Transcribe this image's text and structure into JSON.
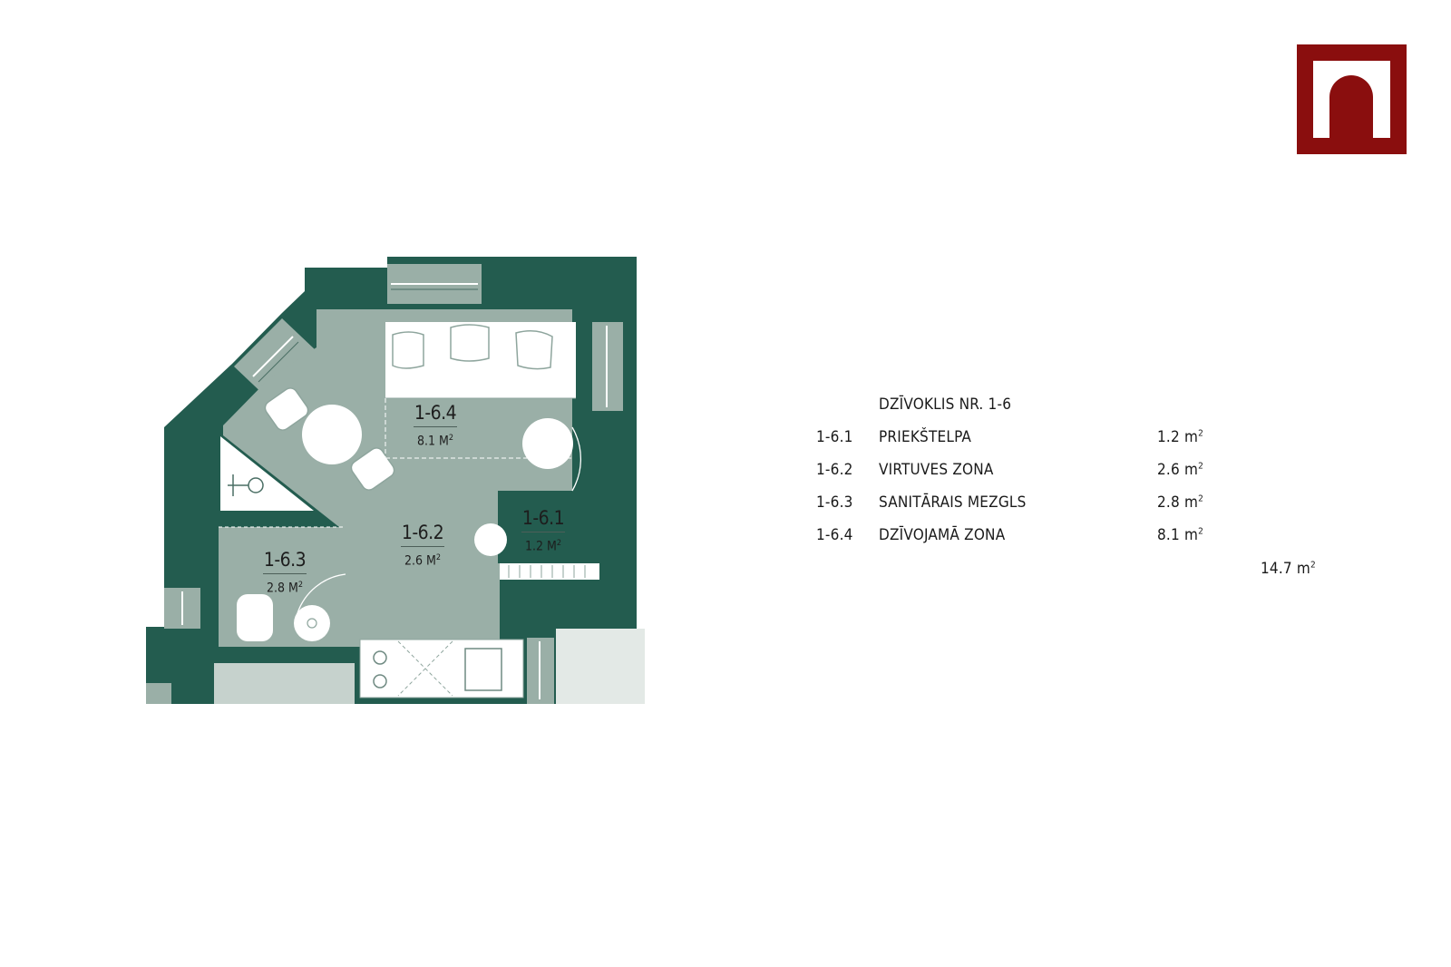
{
  "colors": {
    "wall": "#235c4f",
    "floor": "#9aafa7",
    "floor_light": "#c6d2cd",
    "furniture": "#ffffff",
    "logo": "#8a0e0e"
  },
  "logo": {
    "icon": "arch-logo-icon"
  },
  "plan": {
    "rooms": [
      {
        "code": "1-6.4",
        "area": "8.1 M",
        "unit_sup": "2"
      },
      {
        "code": "1-6.2",
        "area": "2.6 M",
        "unit_sup": "2"
      },
      {
        "code": "1-6.1",
        "area": "1.2 M",
        "unit_sup": "2"
      },
      {
        "code": "1-6.3",
        "area": "2.8 M",
        "unit_sup": "2"
      }
    ]
  },
  "legend": {
    "title": "DZĪVOKLIS NR. 1-6",
    "rows": [
      {
        "code": "1-6.1",
        "name": "PRIEKŠTELPA",
        "area": "1.2  m",
        "sup": "2"
      },
      {
        "code": "1-6.2",
        "name": "VIRTUVES ZONA",
        "area": "2.6  m",
        "sup": "2"
      },
      {
        "code": "1-6.3",
        "name": "SANITĀRAIS MEZGLS",
        "area": "2.8  m",
        "sup": "2"
      },
      {
        "code": "1-6.4",
        "name": "DZĪVOJAMĀ ZONA",
        "area": "8.1  m",
        "sup": "2"
      }
    ],
    "total": {
      "area": "14.7  m",
      "sup": "2"
    }
  }
}
